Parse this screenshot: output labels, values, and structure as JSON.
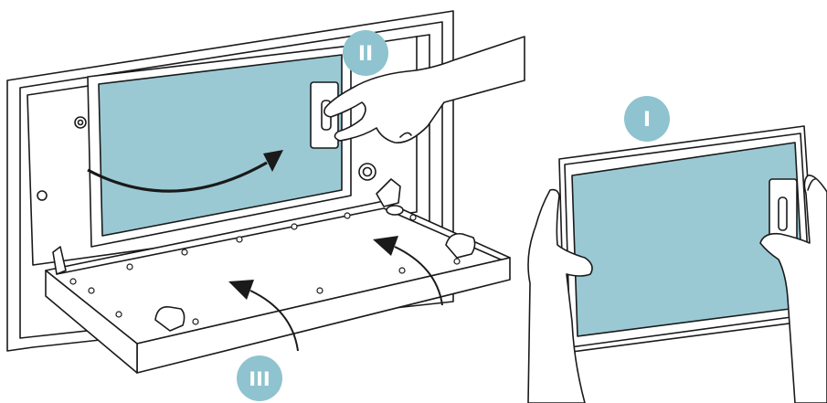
{
  "steps": [
    {
      "id": "step-1",
      "label": "I"
    },
    {
      "id": "step-2",
      "label": "II"
    },
    {
      "id": "step-3",
      "label": "III"
    }
  ],
  "colors": {
    "badge": "#8ec3cf",
    "glass": "#9ac9d4",
    "line": "#1a1a1a",
    "background": "#ffffff"
  },
  "icons": {
    "hand": "hand-icon",
    "arrow": "curved-arrow-icon"
  }
}
